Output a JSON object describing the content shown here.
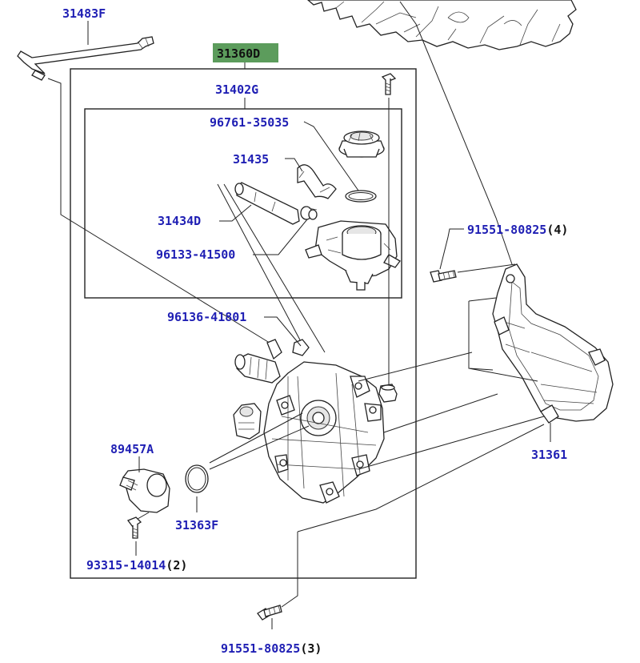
{
  "labels": {
    "p31483F": "31483F",
    "p31360D": "31360D",
    "p31402G": "31402G",
    "p96761": "96761-35035",
    "p31435": "31435",
    "p31434D": "31434D",
    "p96133": "96133-41500",
    "p91551a": "91551-80825",
    "p91551a_qty": "(4)",
    "p96136": "96136-41801",
    "p89457A": "89457A",
    "p31361": "31361",
    "p31363F": "31363F",
    "p93315": "93315-14014",
    "p93315_qty": "(2)",
    "p91551b": "91551-80825",
    "p91551b_qty": "(3)"
  },
  "colors": {
    "label": "#1f1fb4",
    "highlight": "#5c9c5c",
    "line": "#222222"
  }
}
